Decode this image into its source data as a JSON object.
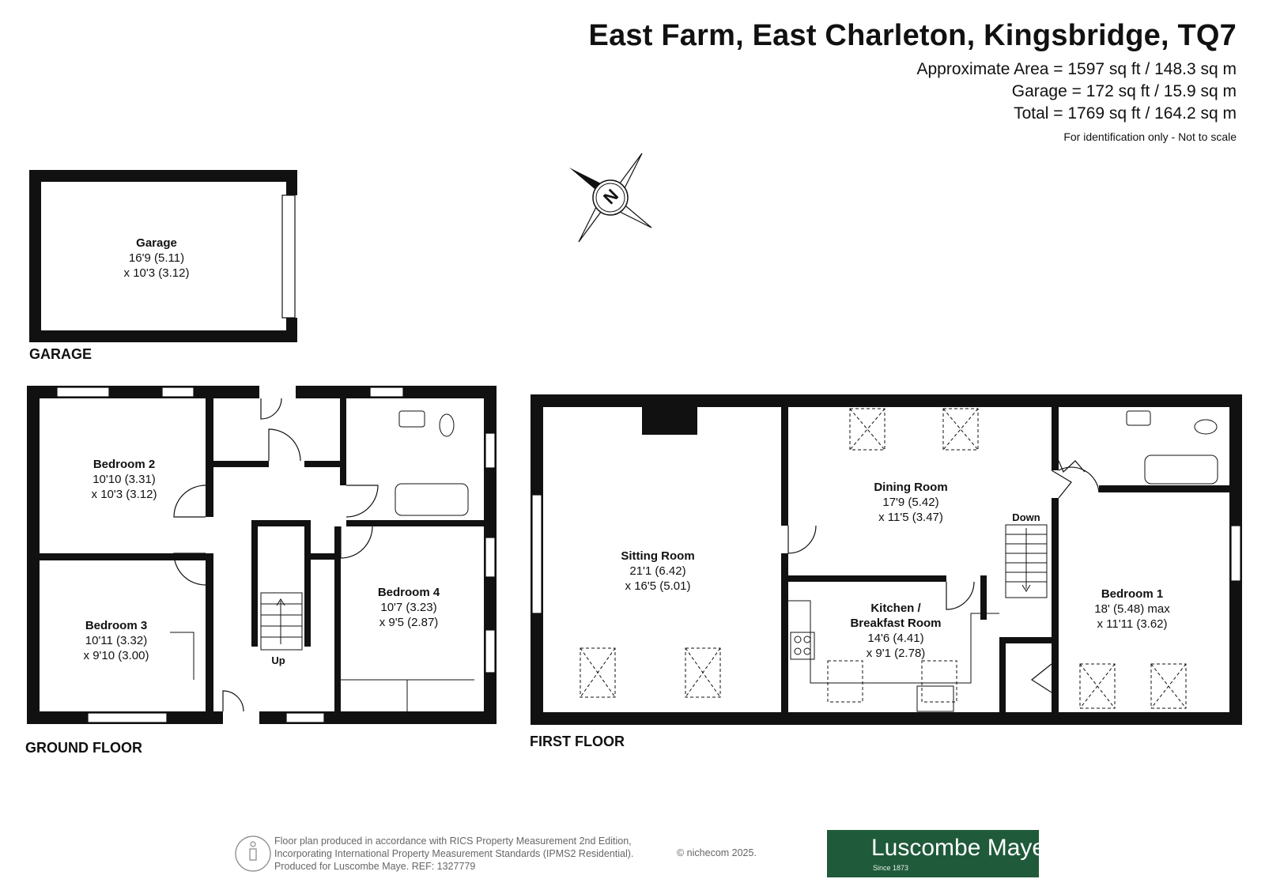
{
  "header": {
    "title": "East Farm, East Charleton, Kingsbridge, TQ7",
    "areas": [
      "Approximate Area = 1597 sq ft / 148.3 sq m",
      "Garage = 172 sq ft / 15.9 sq m",
      "Total = 1769 sq ft / 164.2 sq m"
    ],
    "note": "For identification only - Not to scale"
  },
  "compass": {
    "label": "N"
  },
  "floors": {
    "garage": "GARAGE",
    "ground": "GROUND FLOOR",
    "first": "FIRST FLOOR"
  },
  "rooms": {
    "garage": {
      "name": "Garage",
      "dims": [
        "16'9 (5.11)",
        "x 10'3 (3.12)"
      ]
    },
    "bedroom2": {
      "name": "Bedroom 2",
      "dims": [
        "10'10 (3.31)",
        "x 10'3 (3.12)"
      ]
    },
    "bedroom3": {
      "name": "Bedroom 3",
      "dims": [
        "10'11 (3.32)",
        "x 9'10 (3.00)"
      ]
    },
    "bedroom4": {
      "name": "Bedroom 4",
      "dims": [
        "10'7 (3.23)",
        "x 9'5 (2.87)"
      ]
    },
    "sitting": {
      "name": "Sitting Room",
      "dims": [
        "21'1 (6.42)",
        "x 16'5 (5.01)"
      ]
    },
    "dining": {
      "name": "Dining Room",
      "dims": [
        "17'9 (5.42)",
        "x 11'5 (3.47)"
      ]
    },
    "kitchen": {
      "name": [
        "Kitchen /",
        "Breakfast Room"
      ],
      "dims": [
        "14'6 (4.41)",
        "x 9'1 (2.78)"
      ]
    },
    "bedroom1": {
      "name": "Bedroom 1",
      "dims": [
        "18' (5.48) max",
        "x 11'11 (3.62)"
      ]
    }
  },
  "stairs": {
    "up": "Up",
    "down": "Down"
  },
  "footer": {
    "lines": [
      "Floor plan produced in accordance with RICS Property Measurement 2nd Edition,",
      "Incorporating International Property Measurement Standards (IPMS2 Residential).",
      "Produced for Luscombe Maye.   REF: 1327779"
    ],
    "copyright": "© nichecom 2025.",
    "brand": "Luscombe Maye",
    "brand_since": "Since 1873"
  },
  "colors": {
    "wall": "#111111",
    "brand": "#1f5a3a",
    "muted": "#666666"
  }
}
